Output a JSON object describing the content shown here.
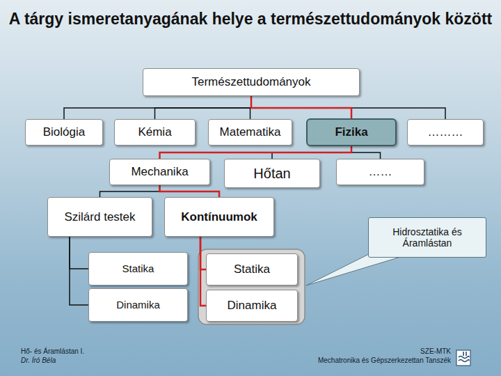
{
  "diagram": {
    "title": "A tárgy ismeretanyagának helye a természettudományok között",
    "nodes": [
      {
        "text": [
          "Természettudományok"
        ]
      },
      {
        "text": [
          "Biológia"
        ]
      },
      {
        "text": [
          "Kémia"
        ]
      },
      {
        "text": [
          "Matematika"
        ]
      },
      {
        "text": [
          "Fizika"
        ]
      },
      {
        "text": [
          "………"
        ]
      },
      {
        "text": [
          "Mechanika"
        ]
      },
      {
        "text": [
          "Hőtan"
        ]
      },
      {
        "text": [
          "……"
        ]
      },
      {
        "text": [
          "Szilárd testek"
        ]
      },
      {
        "text": [
          "Kontínuumok"
        ]
      },
      {
        "text": [
          "Hidrosztatika és Áramlástan"
        ]
      },
      {
        "text": [
          "Statika"
        ]
      },
      {
        "text": [
          "Statika"
        ]
      },
      {
        "text": [
          "Dinamika"
        ]
      },
      {
        "text": [
          "Dinamika"
        ]
      }
    ],
    "edges": [
      {
        "from": 0,
        "to": 1,
        "arrow": "none"
      },
      {
        "from": 0,
        "to": 2,
        "arrow": "none"
      },
      {
        "from": 0,
        "to": 3,
        "arrow": "none"
      },
      {
        "from": 0,
        "to": 4,
        "arrow": "none"
      },
      {
        "from": 0,
        "to": 5,
        "arrow": "none"
      },
      {
        "from": 4,
        "to": 6,
        "arrow": "none"
      },
      {
        "from": 4,
        "to": 7,
        "arrow": "none"
      },
      {
        "from": 4,
        "to": 8,
        "arrow": "none"
      },
      {
        "from": 6,
        "to": 9,
        "arrow": "none"
      },
      {
        "from": 6,
        "to": 10,
        "arrow": "none"
      },
      {
        "from": 9,
        "to": 12,
        "arrow": "none"
      },
      {
        "from": 9,
        "to": 14,
        "arrow": "none"
      },
      {
        "from": 10,
        "to": 13,
        "arrow": "none"
      },
      {
        "from": 10,
        "to": 15,
        "arrow": "none"
      }
    ],
    "labels": [
      "Hő- és Áramlástan I.",
      "Dr. Író Béla",
      "SZE-MTK",
      "Mechatronika és Gépszerkezettan Tanszék"
    ]
  }
}
